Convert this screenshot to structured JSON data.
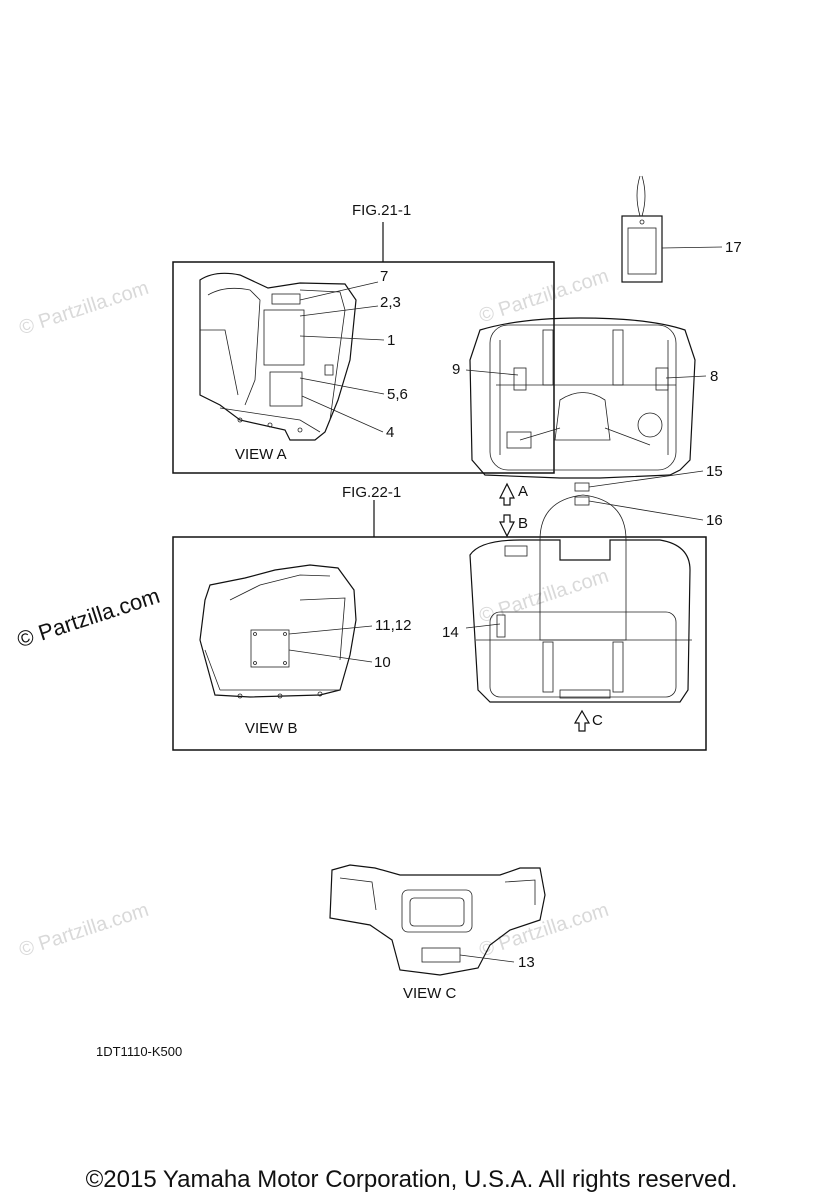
{
  "figure_refs": {
    "fig21": "FIG.21-1",
    "fig22": "FIG.22-1"
  },
  "views": {
    "a": "VIEW A",
    "b": "VIEW B",
    "c": "VIEW C"
  },
  "callouts": {
    "c1": "1",
    "c23": "2,3",
    "c4": "4",
    "c56": "5,6",
    "c7": "7",
    "c8": "8",
    "c9": "9",
    "c1012": "11,12",
    "c10": "10",
    "c13": "13",
    "c14": "14",
    "c15": "15",
    "c16": "16",
    "c17": "17"
  },
  "arrows": {
    "a": "A",
    "b": "B",
    "c": "C"
  },
  "watermark": "© Partzilla.com",
  "diagram_ref": "1DT1110-K500",
  "copyright": "©2015 Yamaha Motor Corporation, U.S.A. All rights reserved."
}
